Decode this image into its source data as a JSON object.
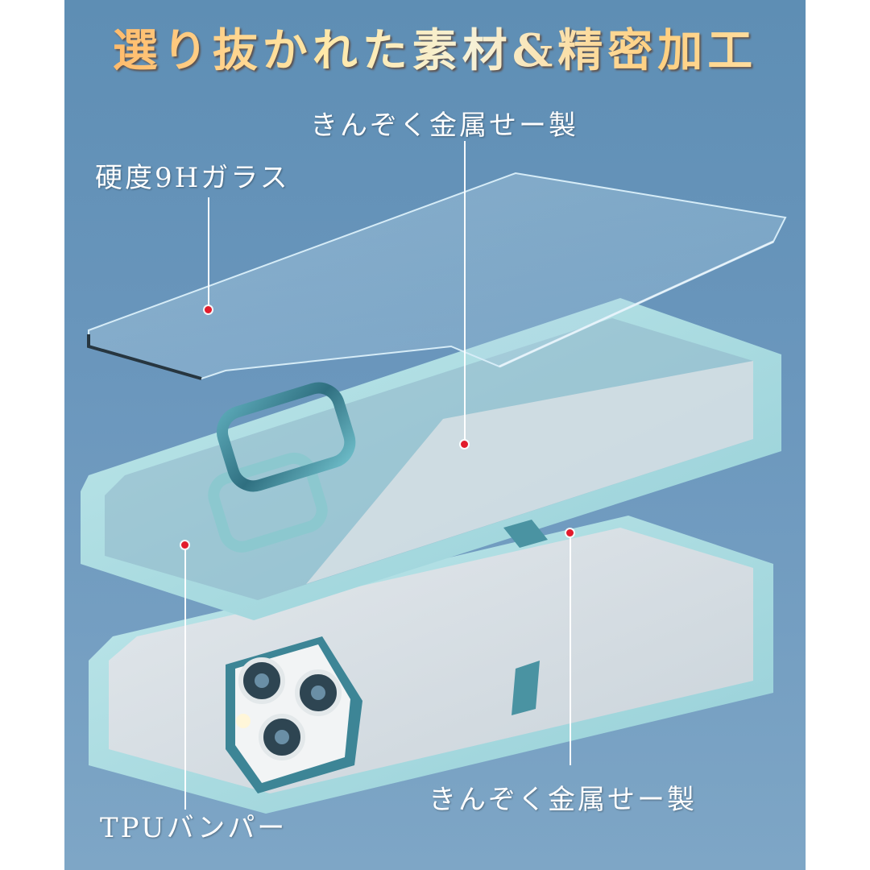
{
  "title": "選り抜かれた素材&精密加工",
  "labels": {
    "metal_top": "きんぞく金属せー製",
    "glass": "硬度9Hガラス",
    "metal_bottom": "きんぞく金属せー製",
    "tpu": "TPUバンパー"
  },
  "colors": {
    "background": "#6b97bd",
    "bumper": "#a8dbe0",
    "metal_ring": "#3f8a9a",
    "callout_dot": "#e21c2c",
    "title_gradient_start": "#ffb15e",
    "title_gradient_end": "#ffe6b0"
  }
}
